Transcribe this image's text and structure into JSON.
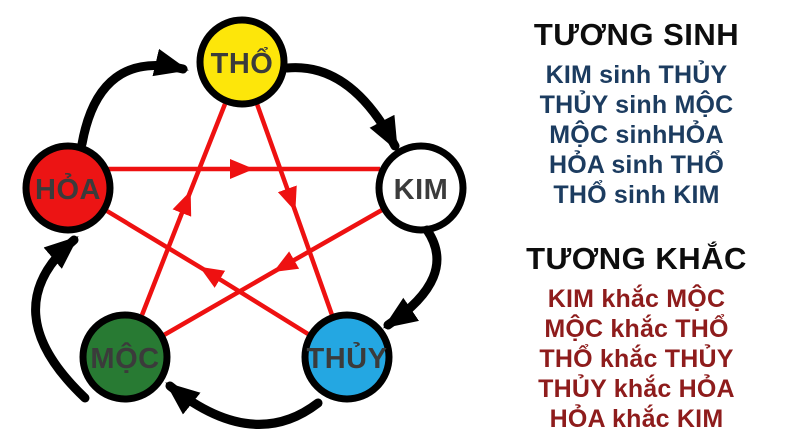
{
  "diagram": {
    "node_label_color": "#3b3b3b",
    "outline_color": "#000000",
    "sinh_arrow_color": "#000000",
    "khac_arrow_color": "#ee1111",
    "nodes": [
      {
        "id": "tho",
        "label": "THỔ",
        "color": "#fde60a"
      },
      {
        "id": "kim",
        "label": "KIM",
        "color": "#ffffff"
      },
      {
        "id": "thuy",
        "label": "THỦY",
        "color": "#24a7e2"
      },
      {
        "id": "moc",
        "label": "MỘC",
        "color": "#287a33"
      },
      {
        "id": "hoa",
        "label": "HỎA",
        "color": "#ec1414"
      }
    ],
    "sinh_cycle": [
      {
        "from": "THỔ",
        "to": "KIM"
      },
      {
        "from": "KIM",
        "to": "THỦY"
      },
      {
        "from": "THỦY",
        "to": "MỘC"
      },
      {
        "from": "MỘC",
        "to": "HỎA"
      },
      {
        "from": "HỎA",
        "to": "THỔ"
      }
    ],
    "khac_cycle": [
      {
        "from": "HỎA",
        "to": "KIM"
      },
      {
        "from": "THỔ",
        "to": "THỦY"
      },
      {
        "from": "MỘC",
        "to": "THỔ"
      },
      {
        "from": "KIM",
        "to": "MỘC"
      },
      {
        "from": "THỦY",
        "to": "HỎA"
      }
    ]
  },
  "panel_sinh": {
    "title": "TƯƠNG SINH",
    "title_color": "#0d0d0d",
    "text_color": "#1c3c60",
    "lines": [
      "KIM sinh THỦY",
      "THỦY sinh MỘC",
      "MỘC sinhHỎA",
      "HỎA sinh THỔ",
      "THỔ sinh KIM"
    ]
  },
  "panel_khac": {
    "title": "TƯƠNG KHẮC",
    "title_color": "#0d0d0d",
    "text_color": "#8e1c1c",
    "lines": [
      "KIM khắc MỘC",
      "MỘC khắc THỔ",
      "THỔ khắc THỦY",
      "THỦY khắc HỎA",
      "HỎA khắc KIM"
    ]
  }
}
